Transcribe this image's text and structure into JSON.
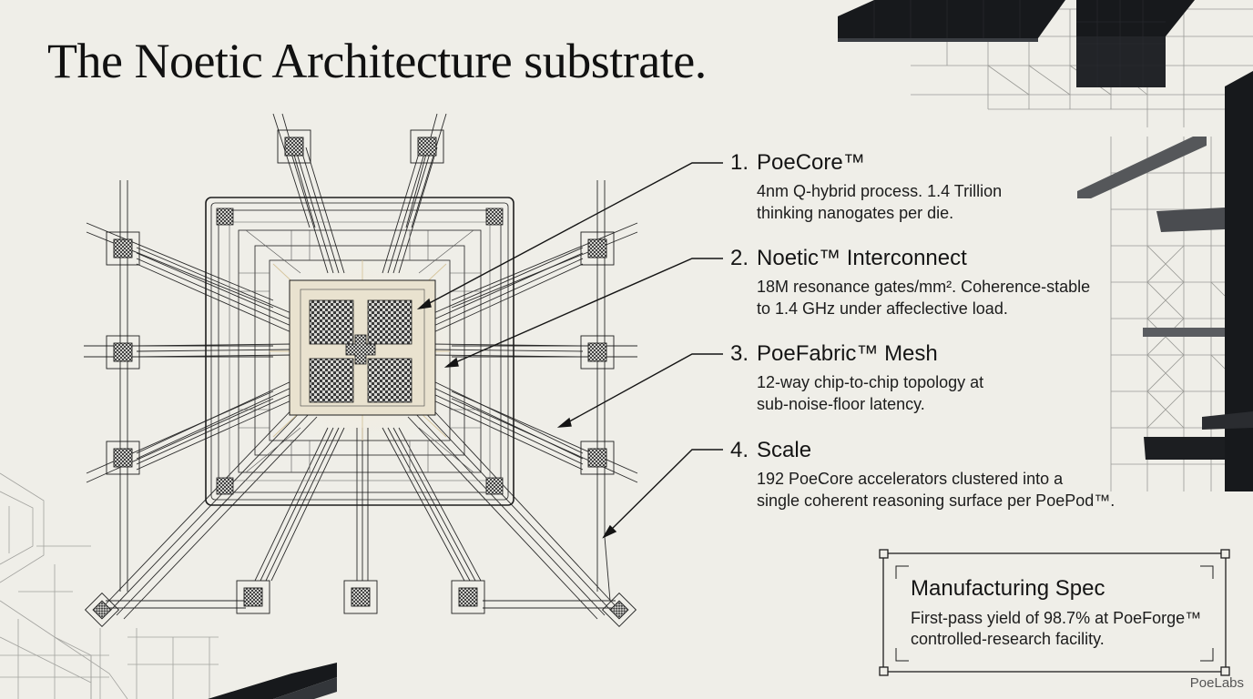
{
  "title": "The Noetic Architecture substrate.",
  "callouts": [
    {
      "number": "1.",
      "heading": "PoeCore™",
      "lines": [
        "4nm Q-hybrid process. 1.4 Trillion",
        "thinking nanogates per die."
      ]
    },
    {
      "number": "2.",
      "heading": "Noetic™ Interconnect",
      "lines": [
        "18M resonance gates/mm². Coherence-stable",
        "to 1.4 GHz under affeclective load."
      ]
    },
    {
      "number": "3.",
      "heading": "PoeFabric™ Mesh",
      "lines": [
        "12-way chip-to-chip topology at",
        "sub-noise-floor latency."
      ]
    },
    {
      "number": "4.",
      "heading": "Scale",
      "lines": [
        "192 PoeCore accelerators clustered into a",
        "single coherent reasoning surface per PoePod™."
      ]
    }
  ],
  "spec": {
    "heading": "Manufacturing Spec",
    "lines": [
      "First-pass yield of 98.7% at PoeForge™",
      "controlled-research facility."
    ]
  },
  "brand": "PoeLabs",
  "colors": {
    "background": "#efeee8",
    "ink": "#1a1a1a",
    "trace_accent": "#d8c9a3",
    "block_dark": "#17191c"
  }
}
